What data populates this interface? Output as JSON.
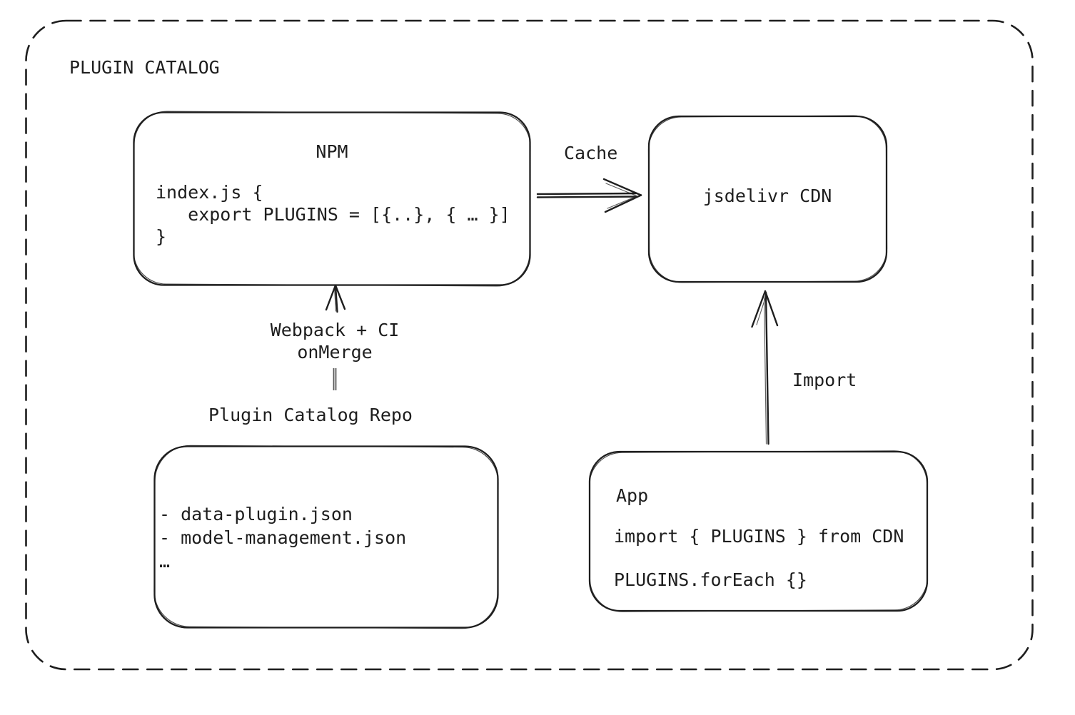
{
  "page": {
    "title": "PLUGIN CATALOG"
  },
  "colors": {
    "ink": "#1e1e1e",
    "background": "#ffffff",
    "connector_muted": "#5a5a5a"
  },
  "nodes": {
    "npm": {
      "title": "NPM",
      "code": [
        "index.js {",
        "   export PLUGINS = [{..}, { … }]",
        "}"
      ]
    },
    "jsdelivr_cdn": {
      "label": "jsdelivr CDN"
    },
    "plugin_catalog_repo": {
      "label": "Plugin Catalog Repo",
      "files": [
        "- data-plugin.json",
        "- model-management.json",
        "…"
      ]
    },
    "app": {
      "title": "App",
      "code": [
        "import { PLUGINS } from CDN",
        "PLUGINS.forEach {}"
      ]
    }
  },
  "edges": {
    "cache": {
      "label": "Cache",
      "from": "NPM",
      "to": "jsdelivr CDN"
    },
    "webpack_ci": {
      "label": [
        "Webpack + CI",
        "onMerge"
      ],
      "from": "Plugin Catalog Repo",
      "to": "NPM"
    },
    "import": {
      "label": "Import",
      "from": "App",
      "to": "jsdelivr CDN"
    }
  }
}
